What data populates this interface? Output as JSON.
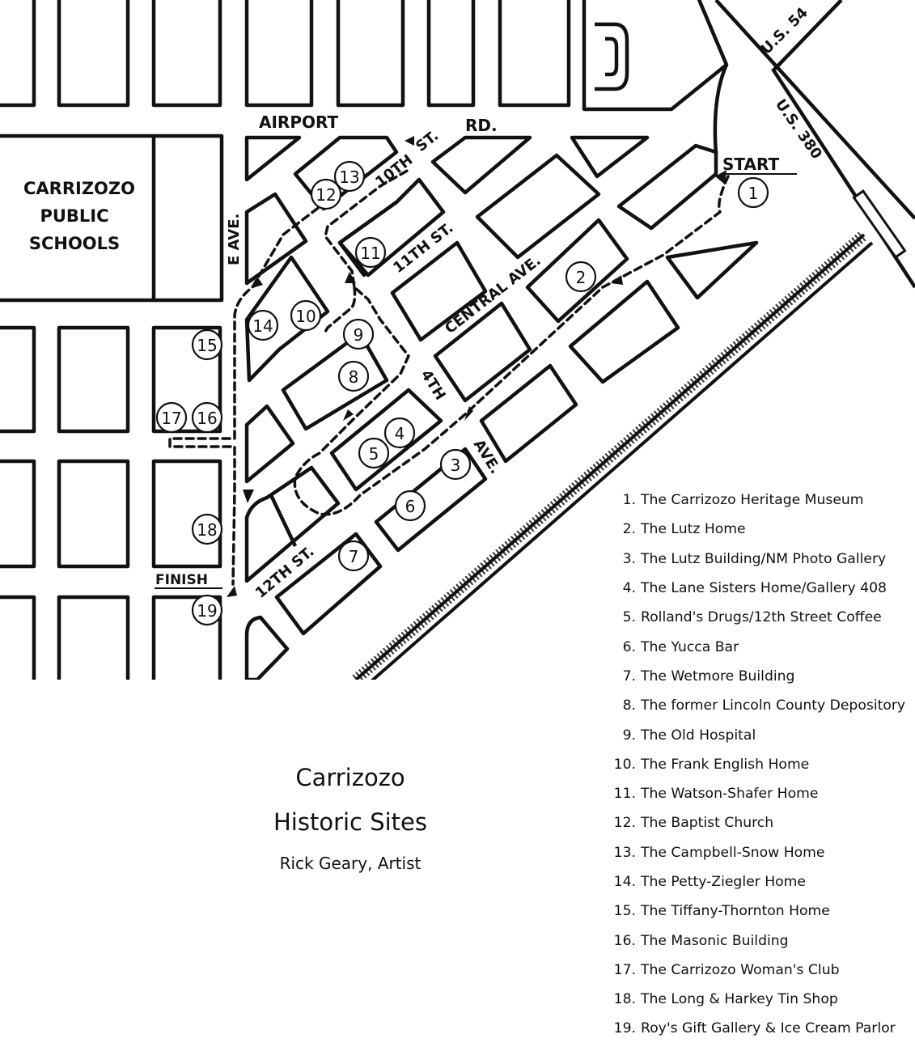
{
  "map": {
    "street_labels": [
      "AIRPORT",
      "RD.",
      "10TH",
      "ST.",
      "11TH ST.",
      "CENTRAL AVE.",
      "4TH",
      "AVE.",
      "12TH ST.",
      "E AVE.",
      "U.S. 54",
      "U.S. 380"
    ],
    "school_label": [
      "CARRIZOZO",
      "PUBLIC",
      "SCHOOLS"
    ],
    "start_label": "START",
    "finish_label": "FINISH",
    "markers": [
      "1",
      "2",
      "3",
      "4",
      "5",
      "6",
      "7",
      "8",
      "9",
      "10",
      "11",
      "12",
      "13",
      "14",
      "15",
      "16",
      "17",
      "18",
      "19"
    ]
  },
  "title": {
    "line1": "Carrizozo",
    "line2": "Historic Sites",
    "artist": "Rick Geary, Artist"
  },
  "legend": [
    {
      "num": "1.",
      "name": "The Carrizozo Heritage Museum"
    },
    {
      "num": "2.",
      "name": "The Lutz Home"
    },
    {
      "num": "3.",
      "name": "The Lutz Building/NM Photo Gallery"
    },
    {
      "num": "4.",
      "name": "The Lane Sisters Home/Gallery 408"
    },
    {
      "num": "5.",
      "name": "Rolland's Drugs/12th Street Coffee"
    },
    {
      "num": "6.",
      "name": "The Yucca Bar"
    },
    {
      "num": "7.",
      "name": "The Wetmore Building"
    },
    {
      "num": "8.",
      "name": "The former Lincoln County Depository"
    },
    {
      "num": "9.",
      "name": "The Old Hospital"
    },
    {
      "num": "10.",
      "name": "The Frank English Home"
    },
    {
      "num": "11.",
      "name": "The Watson-Shafer Home"
    },
    {
      "num": "12.",
      "name": "The Baptist Church"
    },
    {
      "num": "13.",
      "name": "The Campbell-Snow Home"
    },
    {
      "num": "14.",
      "name": "The Petty-Ziegler Home"
    },
    {
      "num": "15.",
      "name": "The Tiffany-Thornton Home"
    },
    {
      "num": "16.",
      "name": "The Masonic Building"
    },
    {
      "num": "17.",
      "name": "The Carrizozo Woman's Club"
    },
    {
      "num": "18.",
      "name": "The Long & Harkey Tin Shop"
    },
    {
      "num": "19.",
      "name": "Roy's Gift Gallery & Ice Cream Parlor"
    }
  ]
}
